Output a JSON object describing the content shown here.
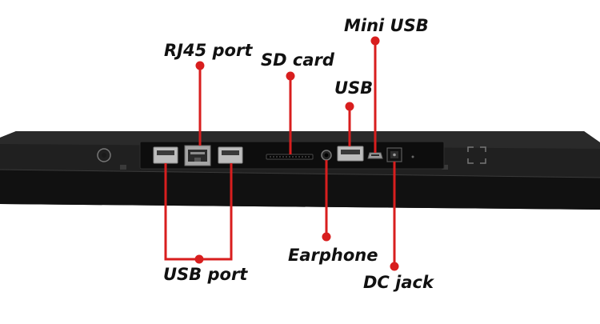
{
  "labels": {
    "rj45": "RJ45 port",
    "sd_card": "SD card",
    "usb": "USB",
    "mini_usb": "Mini USB",
    "usb_port": "USB port",
    "earphone": "Earphone",
    "dc_jack": "DC jack"
  },
  "colors": {
    "callout": "#d81e1e",
    "device_body": "#1b1b1b",
    "port_panel": "#0d0d0d",
    "text": "#111111",
    "background": "#ffffff"
  }
}
